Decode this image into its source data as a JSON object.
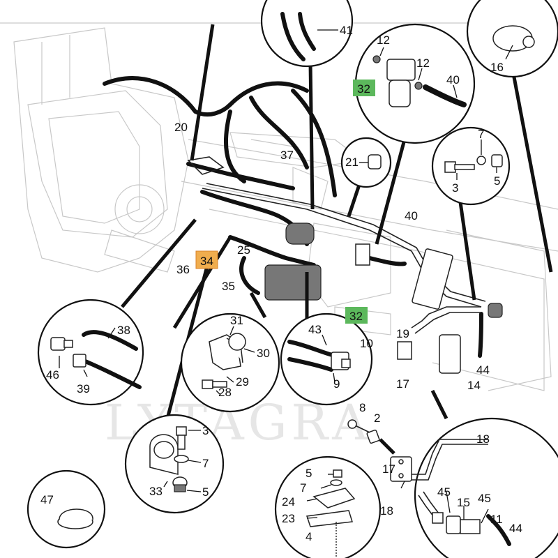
{
  "watermark": "LYTAGRA",
  "callouts": {
    "c41": "41",
    "c12a": "12",
    "c12b": "12",
    "c32top": "32",
    "c40top": "40",
    "c16": "16",
    "c20": "20",
    "c37": "37",
    "c21": "21",
    "c7a": "7",
    "c3a": "3",
    "c5a": "5",
    "c40mid": "40",
    "c25": "25",
    "c36": "36",
    "c34": "34",
    "c35": "35",
    "c32mid": "32",
    "c19": "19",
    "c10": "10",
    "c38": "38",
    "c46": "46",
    "c39": "39",
    "c31": "31",
    "c30": "30",
    "c29": "29",
    "c28": "28",
    "c43": "43",
    "c9": "9",
    "c17a": "17",
    "c14": "14",
    "c44a": "44",
    "c8": "8",
    "c2": "2",
    "c18a": "18",
    "c3b": "3",
    "c7b": "7",
    "c33": "33",
    "c5b": "5",
    "c47": "47",
    "c5c": "5",
    "c7c": "7",
    "c24": "24",
    "c23": "23",
    "c4": "4",
    "c17b": "17",
    "c18b": "18",
    "c45a": "45",
    "c15": "15",
    "c45b": "45",
    "c11": "11",
    "c44b": "44"
  },
  "highlight_colors": {
    "green": "#5cb85c",
    "orange": "#f0ad4e"
  }
}
